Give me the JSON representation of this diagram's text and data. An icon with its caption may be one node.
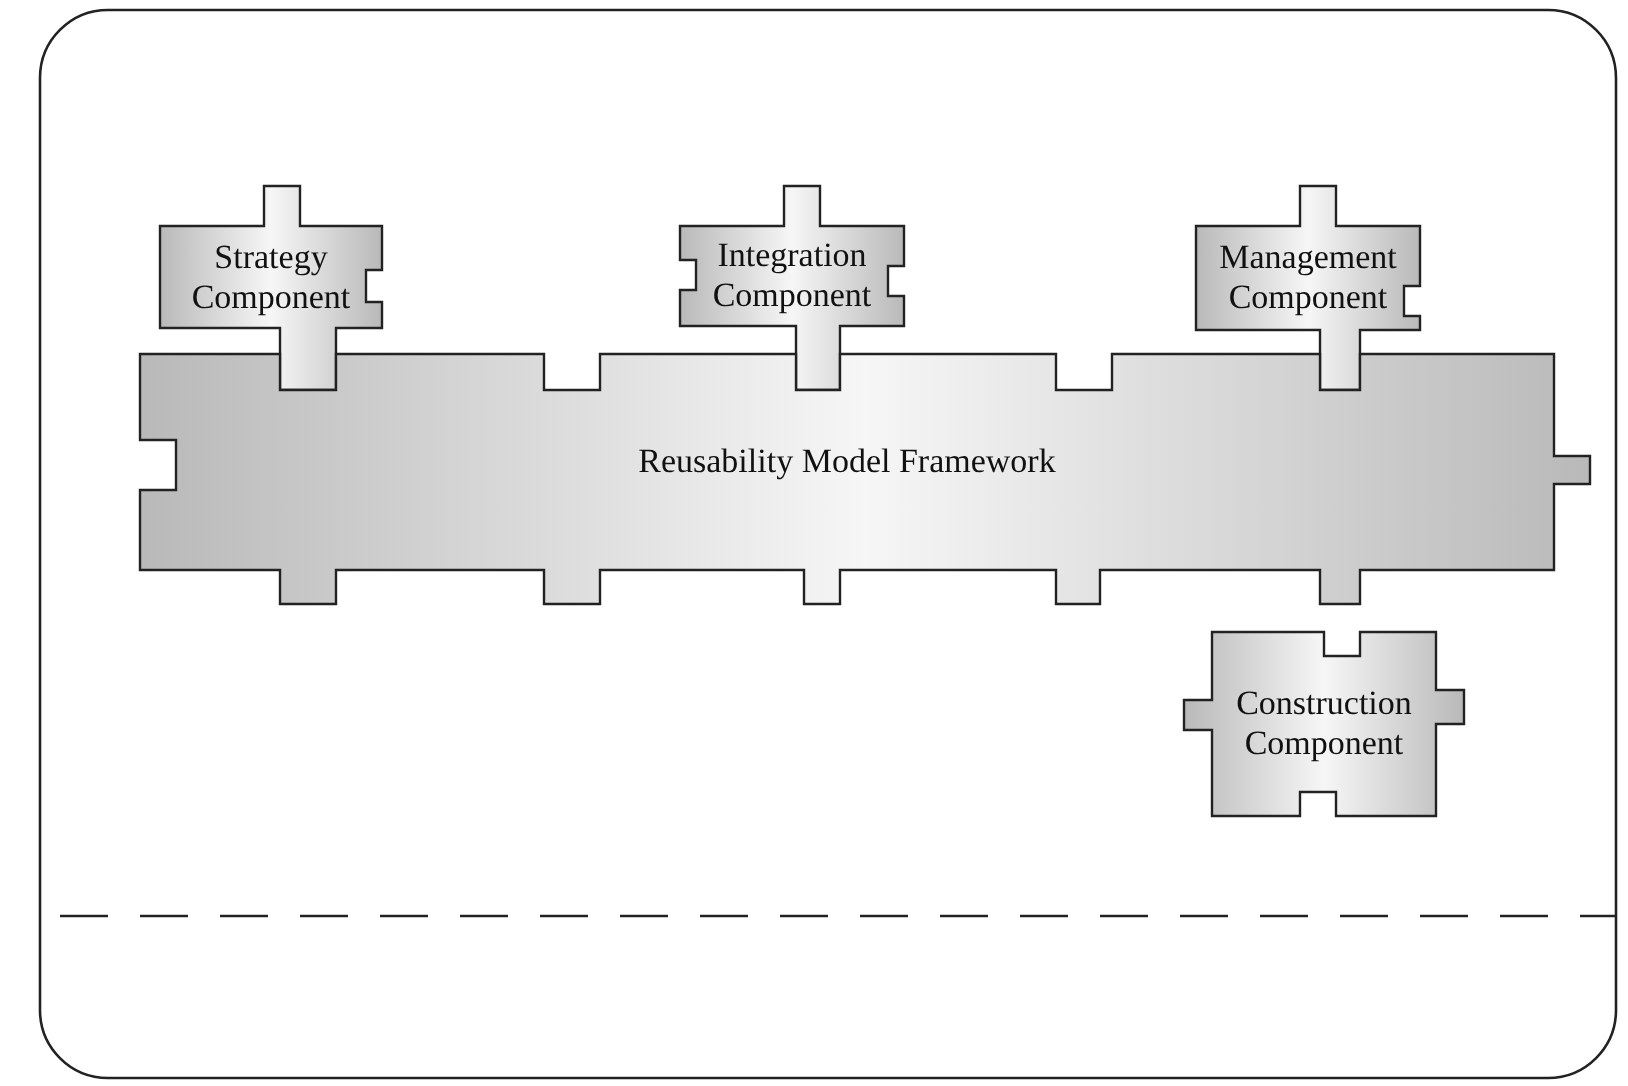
{
  "diagram": {
    "nodes": [
      {
        "text": [
          "Strategy Component"
        ]
      },
      {
        "text": [
          "Integration Component"
        ]
      },
      {
        "text": [
          "Management Component"
        ]
      },
      {
        "text": [
          "Reusability Model Framework"
        ]
      },
      {
        "text": [
          "Construction Component"
        ]
      }
    ]
  }
}
